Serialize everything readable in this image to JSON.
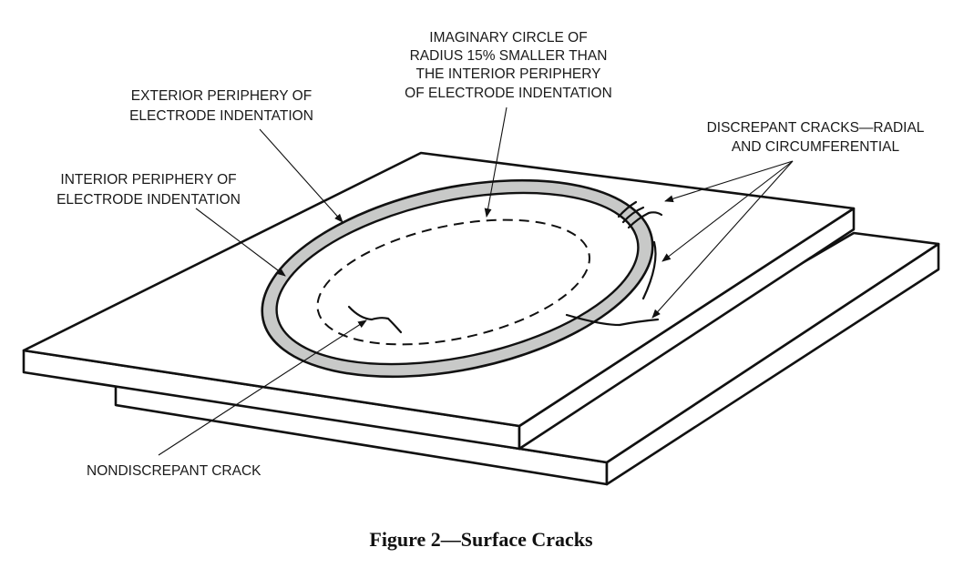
{
  "figure": {
    "caption": "Figure 2—Surface Cracks",
    "fill_color_indentation_ring": "#c8c9c8",
    "line_color": "#111111"
  },
  "labels": {
    "imaginary_circle": [
      "IMAGINARY CIRCLE OF",
      "RADIUS 15% SMALLER THAN",
      "THE INTERIOR PERIPHERY",
      "OF ELECTRODE INDENTATION"
    ],
    "exterior_periphery": [
      "EXTERIOR PERIPHERY OF",
      "ELECTRODE INDENTATION"
    ],
    "interior_periphery": [
      "INTERIOR PERIPHERY OF",
      "ELECTRODE INDENTATION"
    ],
    "discrepant_cracks": [
      "DISCREPANT CRACKS—RADIAL",
      "AND CIRCUMFERENTIAL"
    ],
    "nondiscrepant_crack": [
      "NONDISCREPANT CRACK"
    ]
  },
  "parameters": {
    "imaginary_circle_radius_reduction_percent": 15
  }
}
